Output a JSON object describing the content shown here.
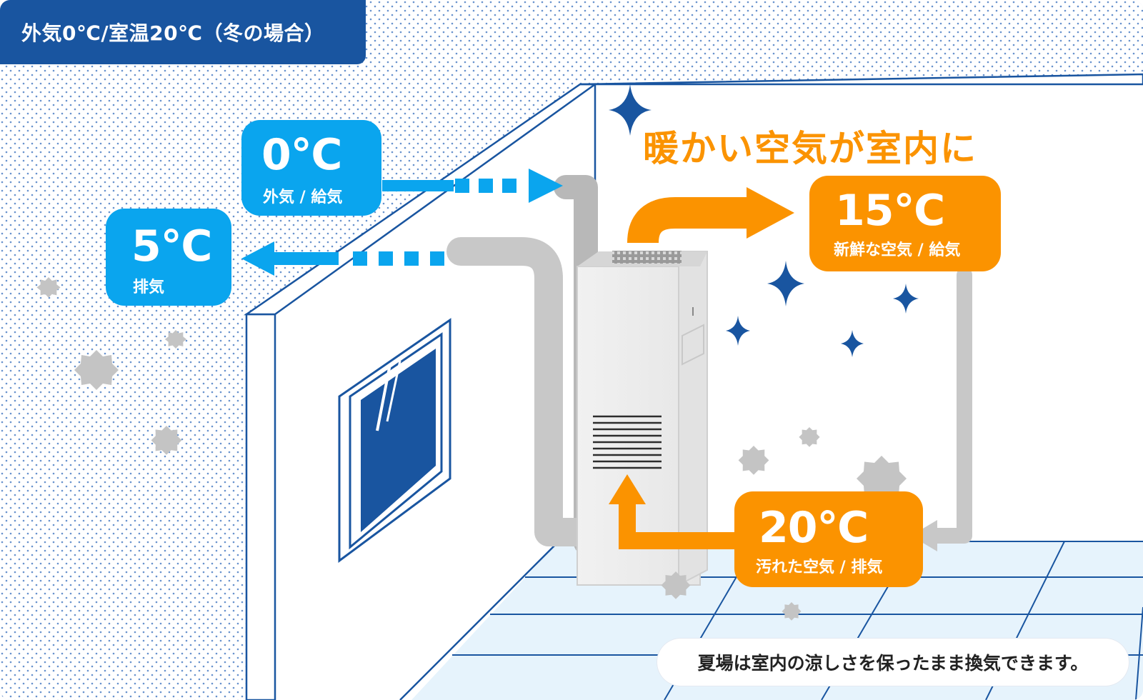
{
  "header": {
    "title": "外気0℃/室温20℃（冬の場合）"
  },
  "headline": "暖かい空気が室内に",
  "boxes": {
    "outside_supply": {
      "temp": "0℃",
      "label": "外気 / 給気"
    },
    "exhaust_out": {
      "temp": "5℃",
      "label": "排気"
    },
    "fresh_supply": {
      "temp": "15℃",
      "label": "新鮮な空気 / 給気"
    },
    "dirty_exhaust": {
      "temp": "20℃",
      "label": "汚れた空気 / 排気"
    }
  },
  "note": "夏場は室内の涼しさを保ったまま換気できます。",
  "colors": {
    "navy": "#1955a0",
    "blue_accent": "#0aa5ee",
    "orange_accent": "#fb9300",
    "duct_gray": "#c8c8c8",
    "floor_blue": "#e6f3fc"
  }
}
